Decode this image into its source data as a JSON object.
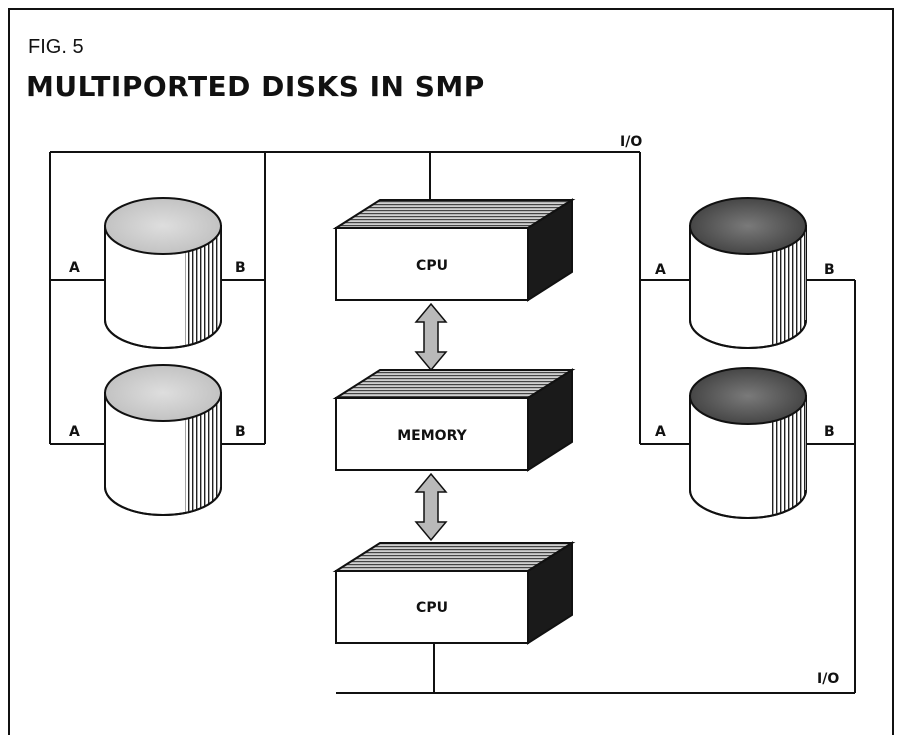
{
  "figure": {
    "label": "FIG. 5",
    "title": "MULTIPORTED DISKS IN SMP"
  },
  "bus_labels": {
    "top": "I/O",
    "bottom": "I/O"
  },
  "boxes": {
    "cpu_top": "CPU",
    "memory": "MEMORY",
    "cpu_bottom": "CPU"
  },
  "disk_ports": {
    "left_top": {
      "a": "A",
      "b": "B"
    },
    "left_bottom": {
      "a": "A",
      "b": "B"
    },
    "right_top": {
      "a": "A",
      "b": "B"
    },
    "right_bottom": {
      "a": "A",
      "b": "B"
    }
  },
  "colors": {
    "line": "#111111",
    "disk_top_left": "#c8c8c8",
    "disk_top_right": "#5a5a5a",
    "box_top": "#9a9a9a",
    "box_side": "#1a1a1a",
    "arrow_fill": "#b9b9b9"
  }
}
